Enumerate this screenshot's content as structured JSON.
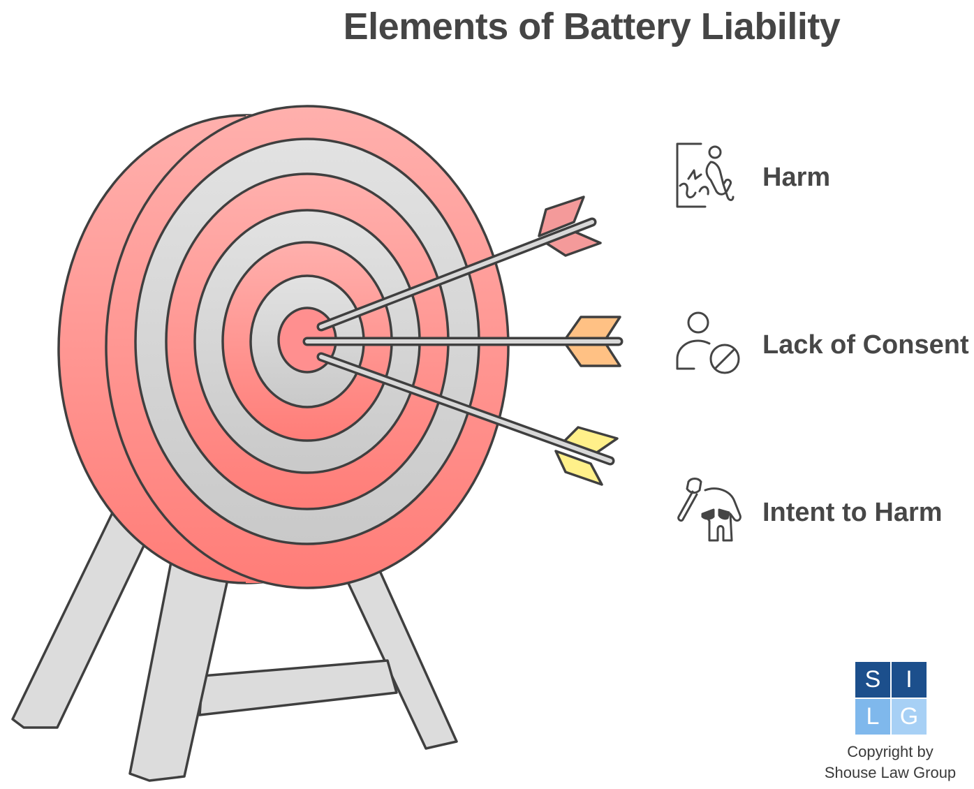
{
  "title": "Elements of Battery Liability",
  "items": [
    {
      "label": "Harm",
      "icon": "injured-person-icon",
      "arrow_color": "#f49a9a"
    },
    {
      "label": "Lack of Consent",
      "icon": "person-prohibited-icon",
      "arrow_color": "#ffc184"
    },
    {
      "label": "Intent to Harm",
      "icon": "attacker-with-axe-icon",
      "arrow_color": "#fff08a"
    }
  ],
  "colors": {
    "target_red": "#ff8f8f",
    "target_gray": "#d6d6d6",
    "outline": "#3f3f3f",
    "stand": "#dcdcdc"
  },
  "logo": {
    "letters": [
      "S",
      "I",
      "L",
      "G"
    ],
    "colors": [
      "#1c4f8c",
      "#1c4f8c",
      "#7fb8ec",
      "#a7d0f5"
    ]
  },
  "copyright": {
    "line1": "Copyright by",
    "line2": "Shouse Law Group"
  }
}
